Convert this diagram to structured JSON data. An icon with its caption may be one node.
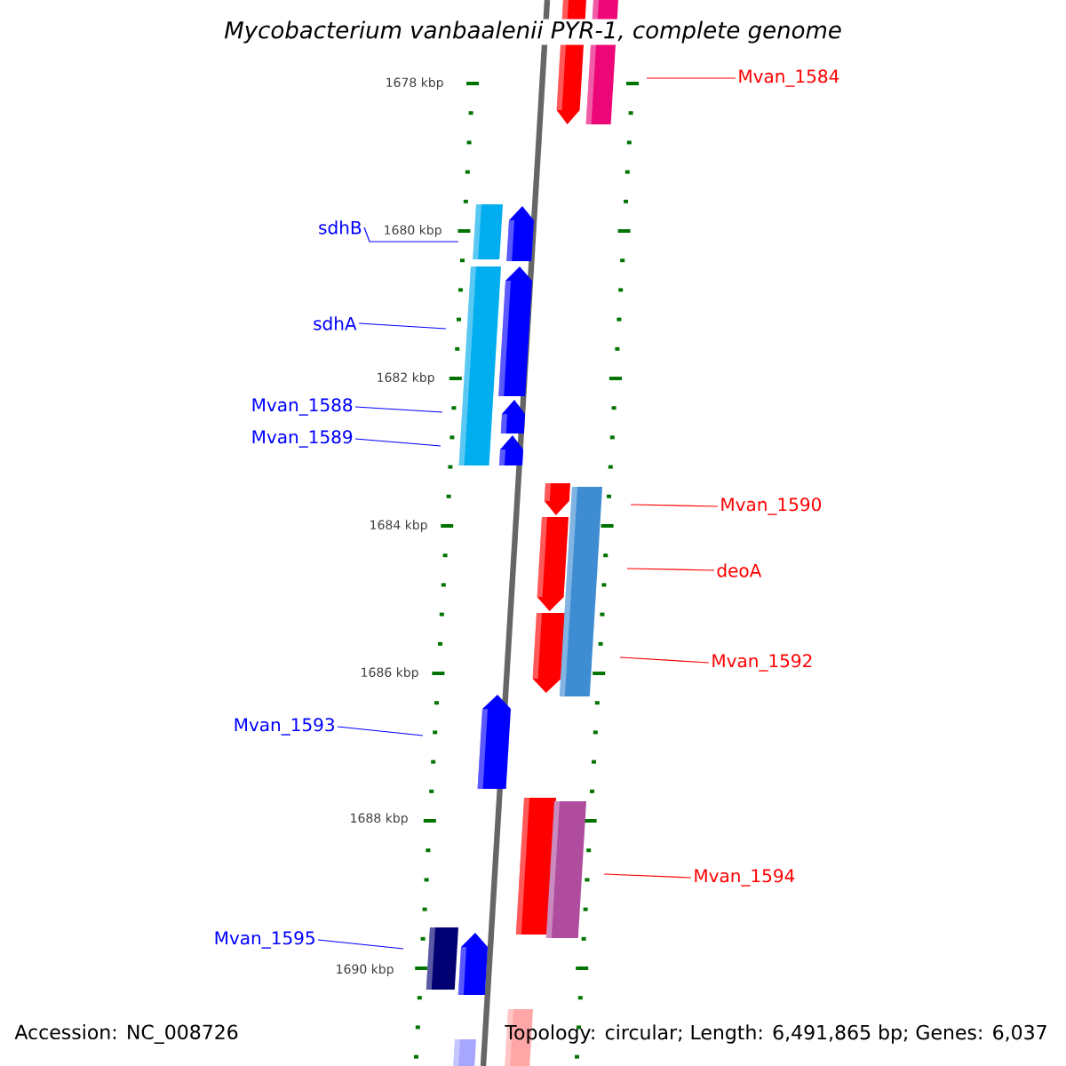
{
  "diagram": {
    "title": "Mycobacterium vanbaalenii PYR-1, complete genome",
    "nodes": [
      {
        "text": [
          "Mvan_1584"
        ]
      },
      {
        "text": [
          "sdhB"
        ]
      },
      {
        "text": [
          "sdhA"
        ]
      },
      {
        "text": [
          "Mvan_1588"
        ]
      },
      {
        "text": [
          "Mvan_1589"
        ]
      },
      {
        "text": [
          "Mvan_1590"
        ]
      },
      {
        "text": [
          "deoA"
        ]
      },
      {
        "text": [
          "Mvan_1592"
        ]
      },
      {
        "text": [
          "Mvan_1593"
        ]
      },
      {
        "text": [
          "Mvan_1594"
        ]
      },
      {
        "text": [
          "Mvan_1595"
        ]
      }
    ],
    "edges": [
      {
        "from": 0,
        "to": null,
        "arrow": "none",
        "color": "#ff0000"
      },
      {
        "from": 1,
        "to": null,
        "arrow": "none",
        "color": "#0000ff"
      },
      {
        "from": 2,
        "to": null,
        "arrow": "none",
        "color": "#0000ff"
      },
      {
        "from": 3,
        "to": null,
        "arrow": "none",
        "color": "#0000ff"
      },
      {
        "from": 4,
        "to": null,
        "arrow": "none",
        "color": "#0000ff"
      },
      {
        "from": 5,
        "to": null,
        "arrow": "none",
        "color": "#ff0000"
      },
      {
        "from": 6,
        "to": null,
        "arrow": "none",
        "color": "#ff0000"
      },
      {
        "from": 7,
        "to": null,
        "arrow": "none",
        "color": "#ff0000"
      },
      {
        "from": 8,
        "to": null,
        "arrow": "none",
        "color": "#0000ff"
      },
      {
        "from": 9,
        "to": null,
        "arrow": "none",
        "color": "#ff0000"
      },
      {
        "from": 10,
        "to": null,
        "arrow": "none",
        "color": "#0000ff"
      }
    ],
    "labels": [
      "1678 kbp",
      "1680 kbp",
      "1682 kbp",
      "1684 kbp",
      "1686 kbp",
      "1688 kbp",
      "1690 kbp",
      "Accession: NC_008726",
      "Topology: circular; Length: 6,491,865 bp; Genes: 6,037"
    ]
  }
}
